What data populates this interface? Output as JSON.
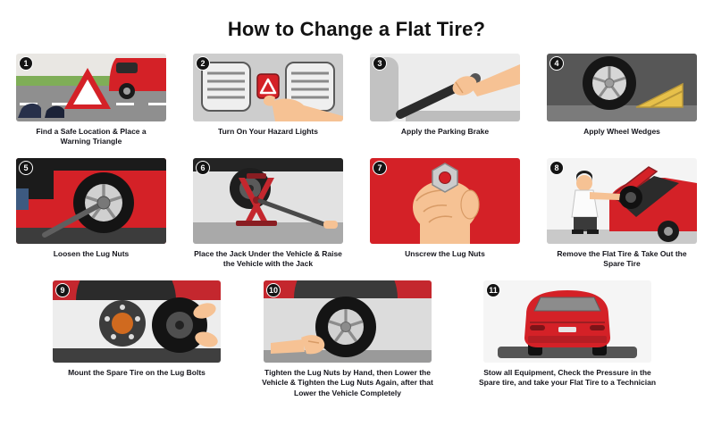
{
  "title": "How to Change a Flat Tire?",
  "colors": {
    "accent_red": "#d42127",
    "badge_black": "#141414",
    "wedge_yellow": "#e7c04a",
    "skin": "#f6c294"
  },
  "steps": [
    {
      "number": "1",
      "caption": "Find a Safe Location & Place a Warning Triangle"
    },
    {
      "number": "2",
      "caption": "Turn On Your Hazard Lights"
    },
    {
      "number": "3",
      "caption": "Apply the Parking Brake"
    },
    {
      "number": "4",
      "caption": "Apply Wheel Wedges"
    },
    {
      "number": "5",
      "caption": "Loosen the Lug Nuts"
    },
    {
      "number": "6",
      "caption": "Place the Jack Under the Vehicle & Raise the Vehicle with the Jack"
    },
    {
      "number": "7",
      "caption": "Unscrew the Lug Nuts"
    },
    {
      "number": "8",
      "caption": "Remove the Flat Tire & Take Out the Spare Tire"
    },
    {
      "number": "9",
      "caption": "Mount the Spare Tire on the Lug Bolts"
    },
    {
      "number": "10",
      "caption": "Tighten the Lug Nuts by Hand, then Lower the Vehicle & Tighten the Lug Nuts Again, after that Lower the Vehicle Completely"
    },
    {
      "number": "11",
      "caption": "Stow all Equipment, Check the Pressure in the Spare tire, and take your Flat Tire to a Technician"
    }
  ]
}
